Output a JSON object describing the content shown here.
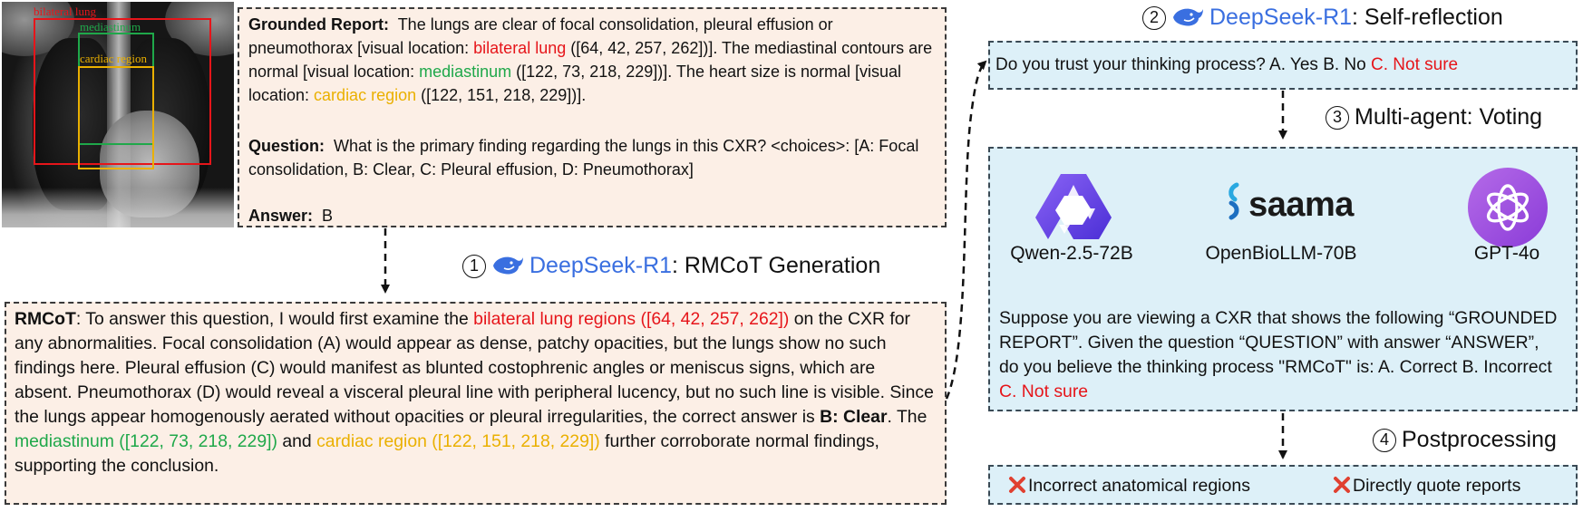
{
  "xray": {
    "labels": {
      "bilateral_lung": "bilateral lung",
      "mediastinum": "mediastinum",
      "cardiac_region": "cardiac region"
    }
  },
  "grounded_report": {
    "label": "Grounded Report:",
    "p1": "The lungs are clear of focal consolidation, pleural effusion or pneumothorax [visual location: ",
    "lung": "bilateral lung",
    "lung_coords": " ([64, 42, 257, 262])]. The mediastinal contours are normal [visual location: ",
    "mediastinum": "mediastinum",
    "med_coords": " ([122, 73, 218, 229])]. The heart size is normal [visual location: ",
    "cardiac": "cardiac region",
    "card_coords": " ([122, 151, 218, 229])].",
    "question_label": "Question:",
    "question": "What is the primary finding regarding the lungs in this CXR? <choices>: [A: Focal consolidation, B: Clear, C: Pleural effusion, D: Pneumothorax]",
    "answer_label": "Answer:",
    "answer": "B"
  },
  "step1": {
    "num": "1",
    "model": "DeepSeek-R1",
    "title": ": RMCoT Generation"
  },
  "rmcot": {
    "label": "RMCoT",
    "p1": ": To answer this question, I would first examine the ",
    "lung": "bilateral lung regions ([64, 42, 257, 262])",
    "p2": " on the CXR for any abnormalities. Focal consolidation (A) would appear as dense, patchy opacities, but the lungs show no such findings here. Pleural effusion (C) would manifest as blunted costophrenic angles or meniscus signs, which are absent. Pneumothorax (D) would reveal a visceral pleural line with peripheral lucency, but no such line is visible. Since the lungs appear homogenously aerated without opacities or pleural irregularities, the correct answer is ",
    "answer": "B: Clear",
    "p3": ". The ",
    "mediastinum": "mediastinum ([122, 73, 218, 229])",
    "p4": " and ",
    "cardiac": "cardiac region ([122, 151, 218, 229])",
    "p5": " further corroborate normal findings, supporting the conclusion."
  },
  "step2": {
    "num": "2",
    "model": "DeepSeek-R1",
    "title": ": Self-reflection"
  },
  "trust": {
    "question": "Do you trust your thinking process? A. Yes  B. No  ",
    "not_sure": "C. Not sure"
  },
  "step3": {
    "num": "3",
    "title": "Multi-agent: Voting"
  },
  "agents": {
    "qwen": "Qwen-2.5-72B",
    "saama_logo": "saama",
    "openbio": "OpenBioLLM-70B",
    "gpt": "GPT-4o"
  },
  "voting_prompt": {
    "text": "Suppose you are viewing a CXR that shows the following “GROUNDED REPORT”. Given the question “QUESTION” with answer “ANSWER”, do you believe the thinking process \"RMCoT\" is: A. Correct  B. Incorrect  ",
    "not_sure": "C. Not sure"
  },
  "step4": {
    "num": "4",
    "title": "Postprocessing"
  },
  "postprocessing": {
    "item1": "Incorrect anatomical regions",
    "item2": "Directly quote reports"
  },
  "colors": {
    "peach_bg": "#fcefe6",
    "blue_bg": "#ddf0f8",
    "red": "#e6151a",
    "green": "#1fa84a",
    "yellow": "#eab000",
    "deepseek_blue": "#3a6fe0"
  }
}
